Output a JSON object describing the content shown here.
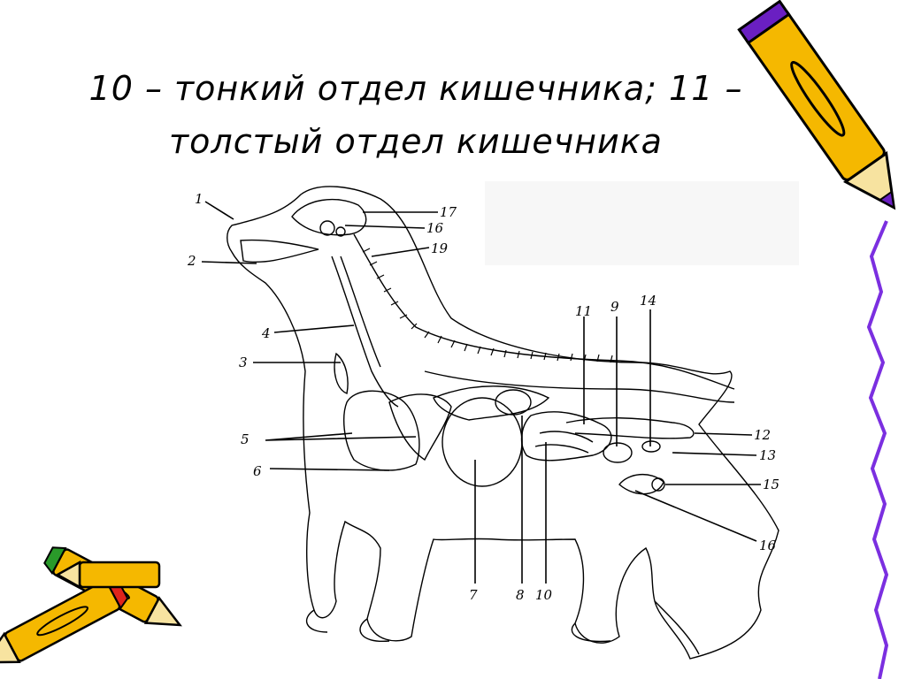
{
  "slide": {
    "title_line1": "10 – тонкий отдел кишечника; 11 –",
    "title_line2": "толстый отдел кишечника"
  },
  "diagram": {
    "labels": [
      "1",
      "2",
      "3",
      "4",
      "5",
      "6",
      "7",
      "8",
      "10",
      "9",
      "11",
      "14",
      "12",
      "13",
      "15",
      "16",
      "17",
      "16",
      "19"
    ]
  },
  "colors": {
    "pencil_yellow": "#f5b800",
    "pencil_purple": "#6a1fc2",
    "border_purple": "#7b2fe0",
    "pencil_red": "#e0241b",
    "pencil_green": "#2a9a2a"
  },
  "icons": [
    "pencil-icon",
    "crossed-pencils-icon"
  ]
}
